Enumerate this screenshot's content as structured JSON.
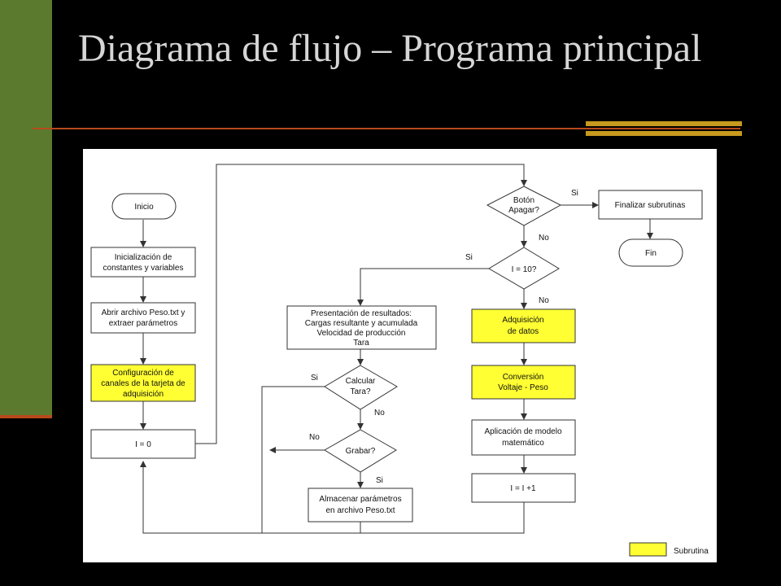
{
  "slide": {
    "title": "Diagrama de flujo – Programa principal"
  },
  "flowchart": {
    "start": "Inicio",
    "init": [
      "Inicialización de",
      "constantes y variables"
    ],
    "open_file": [
      "Abrir archivo Peso.txt y",
      "extraer parámetros"
    ],
    "config": [
      "Configuración de",
      "canales de la tarjeta de",
      "adquisición"
    ],
    "i_zero": "I = 0",
    "off_q": [
      "Botón",
      "Apagar?"
    ],
    "finish_sub": "Finalizar subrutinas",
    "end": "Fin",
    "i_ten_q": "I = 10?",
    "results": [
      "Presentación de resultados:",
      "Cargas resultante y acumulada",
      "Velocidad de producción",
      "Tara"
    ],
    "acq": [
      "Adquisición",
      "de datos"
    ],
    "tare_q": [
      "Calcular",
      "Tara?"
    ],
    "conv": [
      "Conversión",
      "Voltaje - Peso"
    ],
    "save_q": "Grabar?",
    "model": [
      "Aplicación de modelo",
      "matemático"
    ],
    "incr": "I = I +1",
    "store": [
      "Almacenar parámetros",
      "en archivo Peso.txt"
    ],
    "yes": "Si",
    "no": "No",
    "legend_label": "Subrutina",
    "colors": {
      "subroutine": "#ffff33",
      "accent_bar": "#5b7a2e",
      "title_rule": "#b84a1c"
    }
  }
}
